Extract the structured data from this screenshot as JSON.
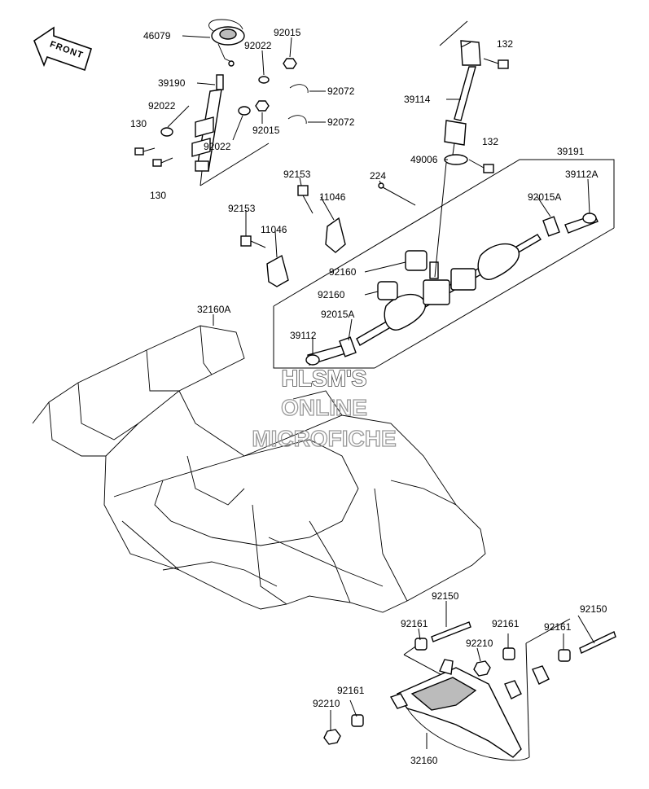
{
  "front_badge": "FRONT",
  "watermark": {
    "line1": "HLSM'S",
    "line2": "ONLINE",
    "line3": "MICROFICHE"
  },
  "labels": {
    "p46079": "46079",
    "p92015a": "92015",
    "p92022a": "92022",
    "p39190": "39190",
    "p92072a": "92072",
    "p92022b": "92022",
    "p92015b": "92015",
    "p92072b": "92072",
    "p130a": "130",
    "p92022c": "92022",
    "p130b": "130",
    "p132a": "132",
    "p39114": "39114",
    "p132b": "132",
    "p49006": "49006",
    "p39191": "39191",
    "p224": "224",
    "p39112A": "39112A",
    "p92153a": "92153",
    "p11046a": "11046",
    "p92153b": "92153",
    "p11046b": "11046",
    "p92015A_r": "92015A",
    "p92160a": "92160",
    "p92160b": "92160",
    "p92015A_l": "92015A",
    "p39112": "39112",
    "p32160A": "32160A",
    "p92150a": "92150",
    "p92150b": "92150",
    "p92161a": "92161",
    "p92210a": "92210",
    "p92161b": "92161",
    "p92161c": "92161",
    "p92161d": "92161",
    "p92210b": "92210",
    "p32160": "32160"
  }
}
